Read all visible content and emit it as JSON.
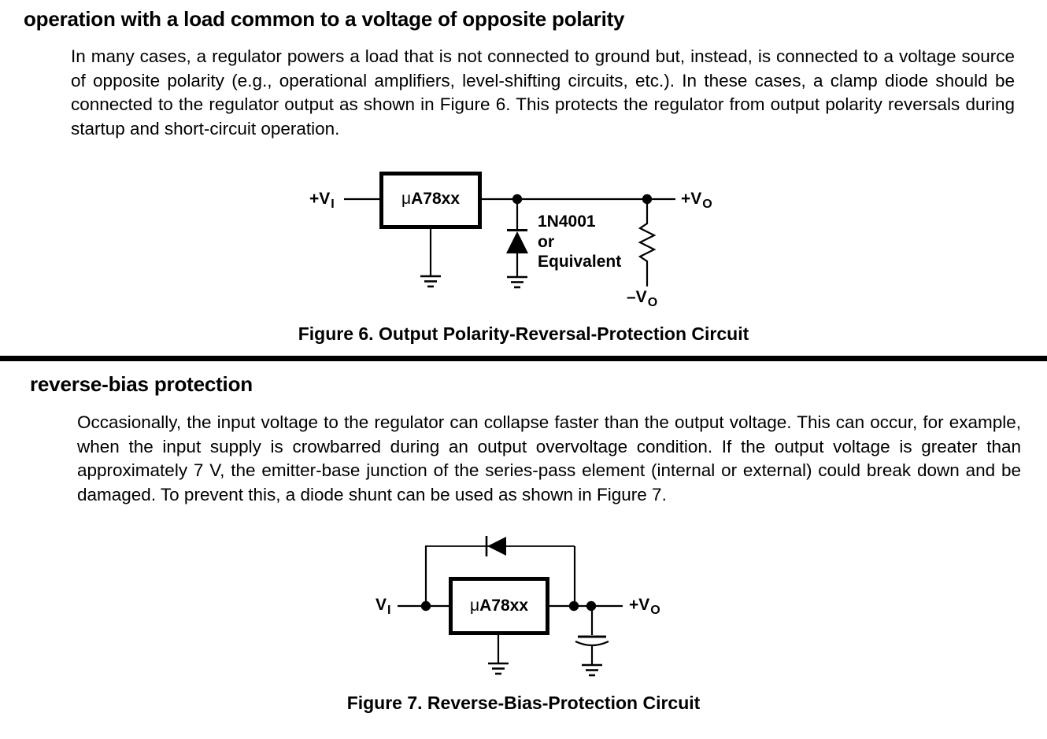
{
  "section1": {
    "heading": "operation with a load common to a voltage of opposite polarity",
    "body": "In many cases, a regulator powers a load that is not connected to ground but, instead, is connected to a voltage source of opposite polarity (e.g., operational amplifiers, level-shifting circuits, etc.). In these cases, a clamp diode should be connected to the regulator output as shown in Figure 6. This protects the regulator from output polarity reversals during startup and short-circuit operation."
  },
  "figure6": {
    "caption": "Figure 6. Output Polarity-Reversal-Protection Circuit",
    "labels": {
      "input_main": "+V",
      "input_sub": "I",
      "regulator_mu": "μ",
      "regulator_part": "A78xx",
      "diode_name": "1N4001",
      "diode_or": "or",
      "diode_equiv": "Equivalent",
      "output_pos_main": "+V",
      "output_pos_sub": "O",
      "output_neg_main": "–V",
      "output_neg_sub": "O"
    }
  },
  "section2": {
    "heading": "reverse-bias protection",
    "body": "Occasionally, the input voltage to the regulator can collapse faster than the output voltage. This can occur, for example, when the input supply is crowbarred during an output overvoltage condition. If the output voltage is greater than approximately 7 V, the emitter-base junction of the series-pass element (internal or external) could break down and be damaged. To prevent this, a diode shunt can be used as shown in Figure 7."
  },
  "figure7": {
    "caption": "Figure 7. Reverse-Bias-Protection Circuit",
    "labels": {
      "input_main": "V",
      "input_sub": "I",
      "regulator_mu": "μ",
      "regulator_part": "A78xx",
      "output_main": "+V",
      "output_sub": "O"
    }
  },
  "colors": {
    "ink": "#000000",
    "background": "#ffffff"
  }
}
